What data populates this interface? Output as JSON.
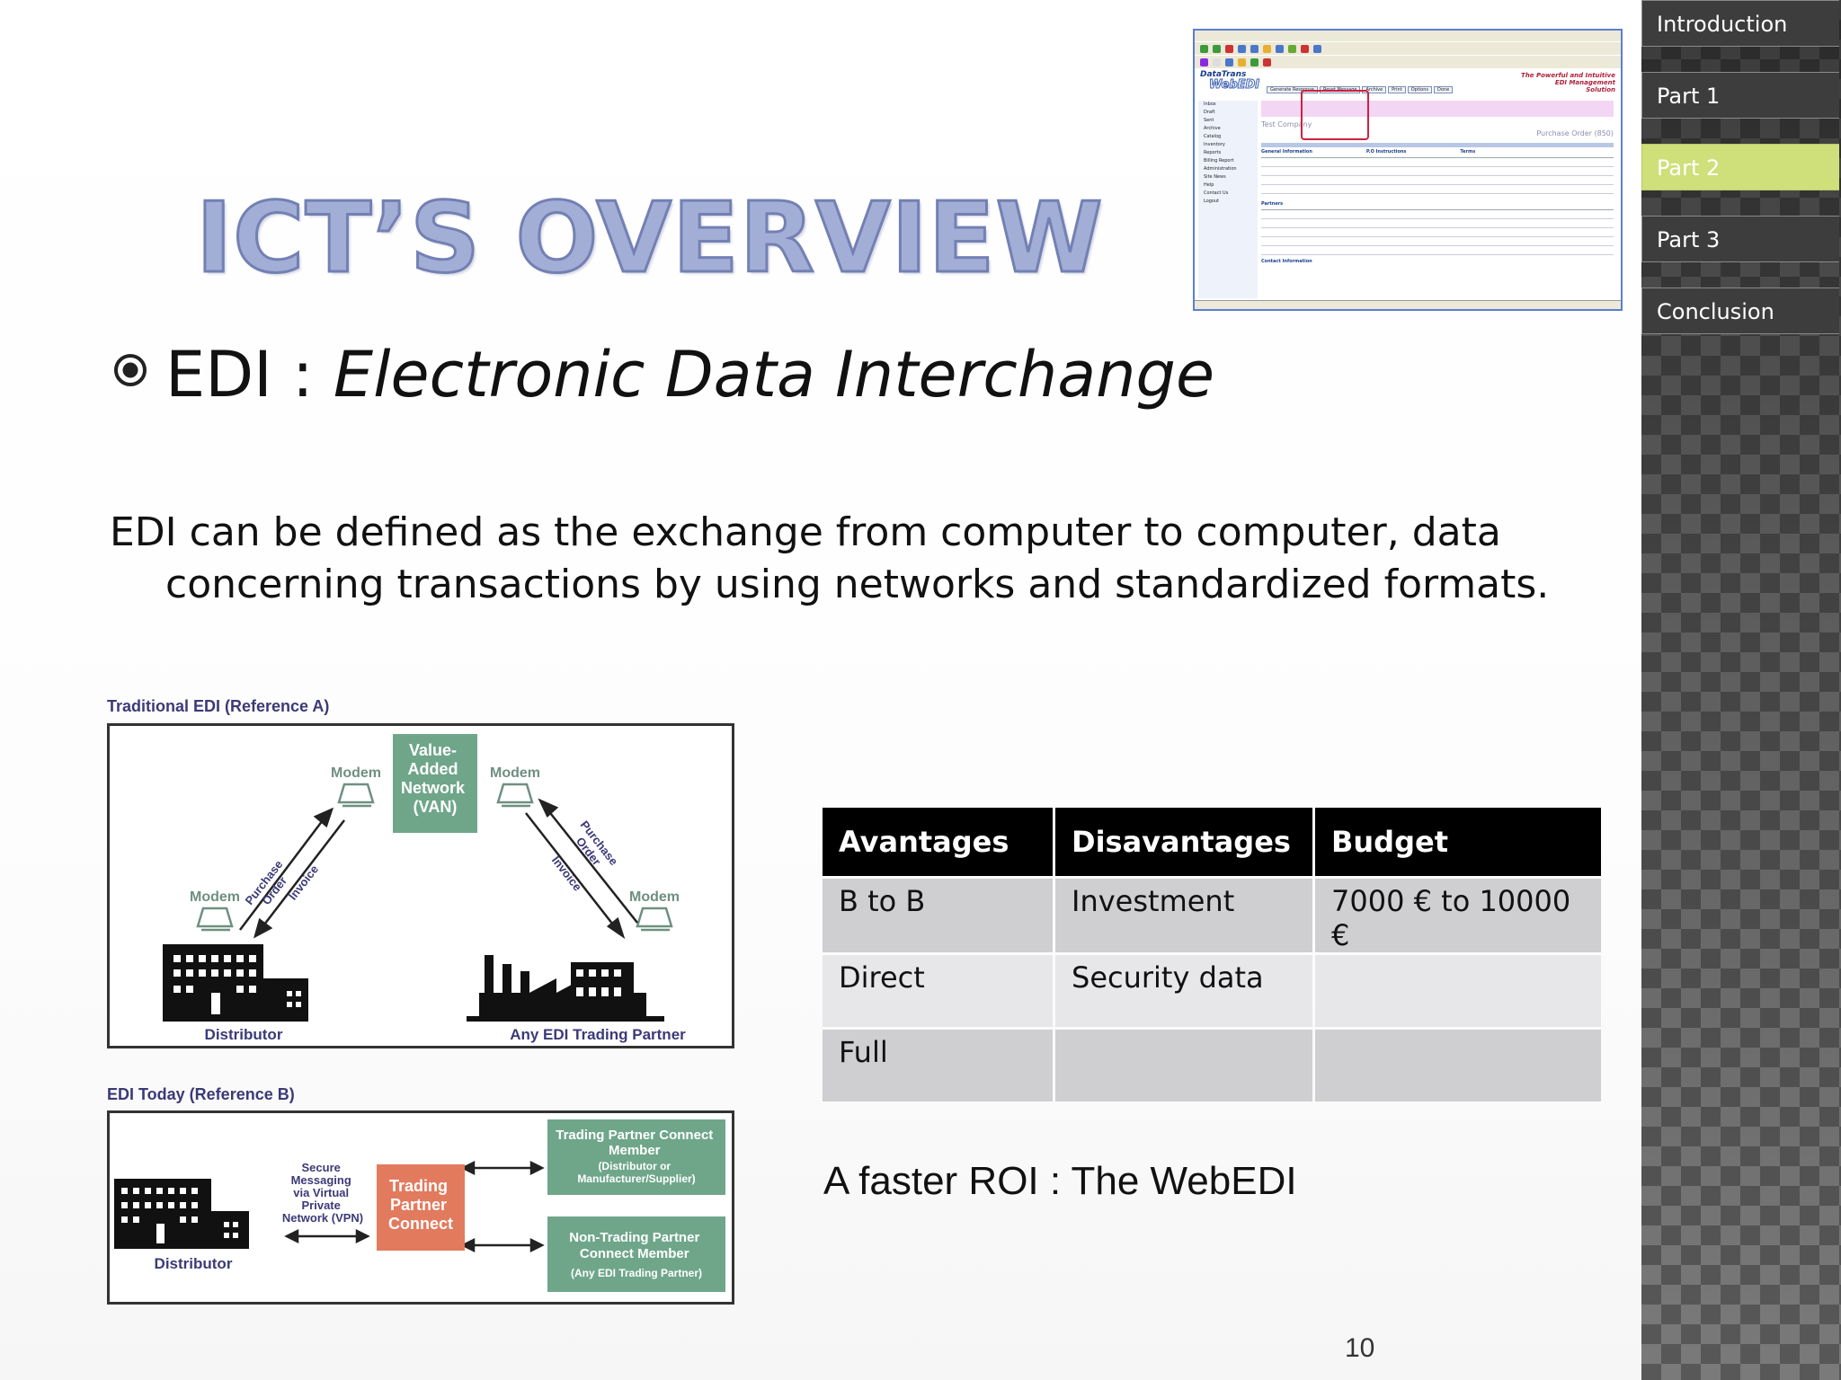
{
  "slide": {
    "title": "ICT’S OVERVIEW",
    "bullet_prefix": "EDI : ",
    "bullet_italic": "Electronic Data Interchange",
    "definition": "EDI can be defined as the exchange from computer to computer, data concerning transactions by using networks and standardized formats.",
    "roi_text": "A faster ROI : The WebEDI",
    "page_number": "10"
  },
  "sidebar": {
    "items": [
      {
        "label": "Introduction",
        "active": false
      },
      {
        "label": "Part 1",
        "active": false
      },
      {
        "label": "Part 2",
        "active": true
      },
      {
        "label": "Part 3",
        "active": false
      },
      {
        "label": "Conclusion",
        "active": false
      }
    ],
    "active_color": "#cfdf79"
  },
  "diagram_a": {
    "caption": "Traditional EDI (Reference A)",
    "van_lines": [
      "Value-",
      "Added",
      "Network",
      "(VAN)"
    ],
    "modem": "Modem",
    "purchase_lines": [
      "Purchase",
      "Order"
    ],
    "invoice": "Invoice",
    "distributor": "Distributor",
    "partner": "Any EDI Trading Partner"
  },
  "diagram_b": {
    "caption": "EDI Today (Reference B)",
    "secure_lines": [
      "Secure",
      "Messaging",
      "via Virtual",
      "Private",
      "Network (VPN)"
    ],
    "tpc_lines": [
      "Trading",
      "Partner",
      "Connect"
    ],
    "member_lines": [
      "Trading Partner Connect",
      "Member",
      "(Distributor or",
      "Manufacturer/Supplier)"
    ],
    "nonmember_lines": [
      "Non-Trading Partner",
      "Connect Member",
      "(Any EDI Trading Partner)"
    ],
    "distributor": "Distributor"
  },
  "diagram_colors": {
    "green": "#6fa68a",
    "orange": "#e27a5e",
    "navy": "#3b3a78",
    "grey": "#666666"
  },
  "table": {
    "headers": [
      "Avantages",
      "Disavantages",
      "Budget"
    ],
    "rows": [
      [
        "B to B",
        "Investment",
        "7000 € to 10000 €"
      ],
      [
        "Direct",
        "Security data",
        ""
      ],
      [
        "Full",
        "",
        ""
      ]
    ]
  },
  "screenshot": {
    "logo_line1": "DataTrans",
    "logo_line2": "WebEDI",
    "tagline": [
      "The Powerful and Intuitive",
      "EDI Management",
      "Solution"
    ],
    "company": "Test Company",
    "doc_type": "Purchase Order (850)",
    "tabs": [
      "Generate Response",
      "Reset Message",
      "Archive",
      "Print",
      "Options",
      "Done"
    ],
    "left_menu": [
      "Inbox",
      "Draft",
      "Sent",
      "Archive",
      "Catalog",
      "Inventory",
      "Reports",
      "Billing Report",
      "Administration",
      "Site News",
      "Help",
      "Contact Us",
      "Logout"
    ],
    "sections": [
      "General Information",
      "P.O Instructions",
      "Terms",
      "Partners",
      "Contact Information"
    ]
  }
}
